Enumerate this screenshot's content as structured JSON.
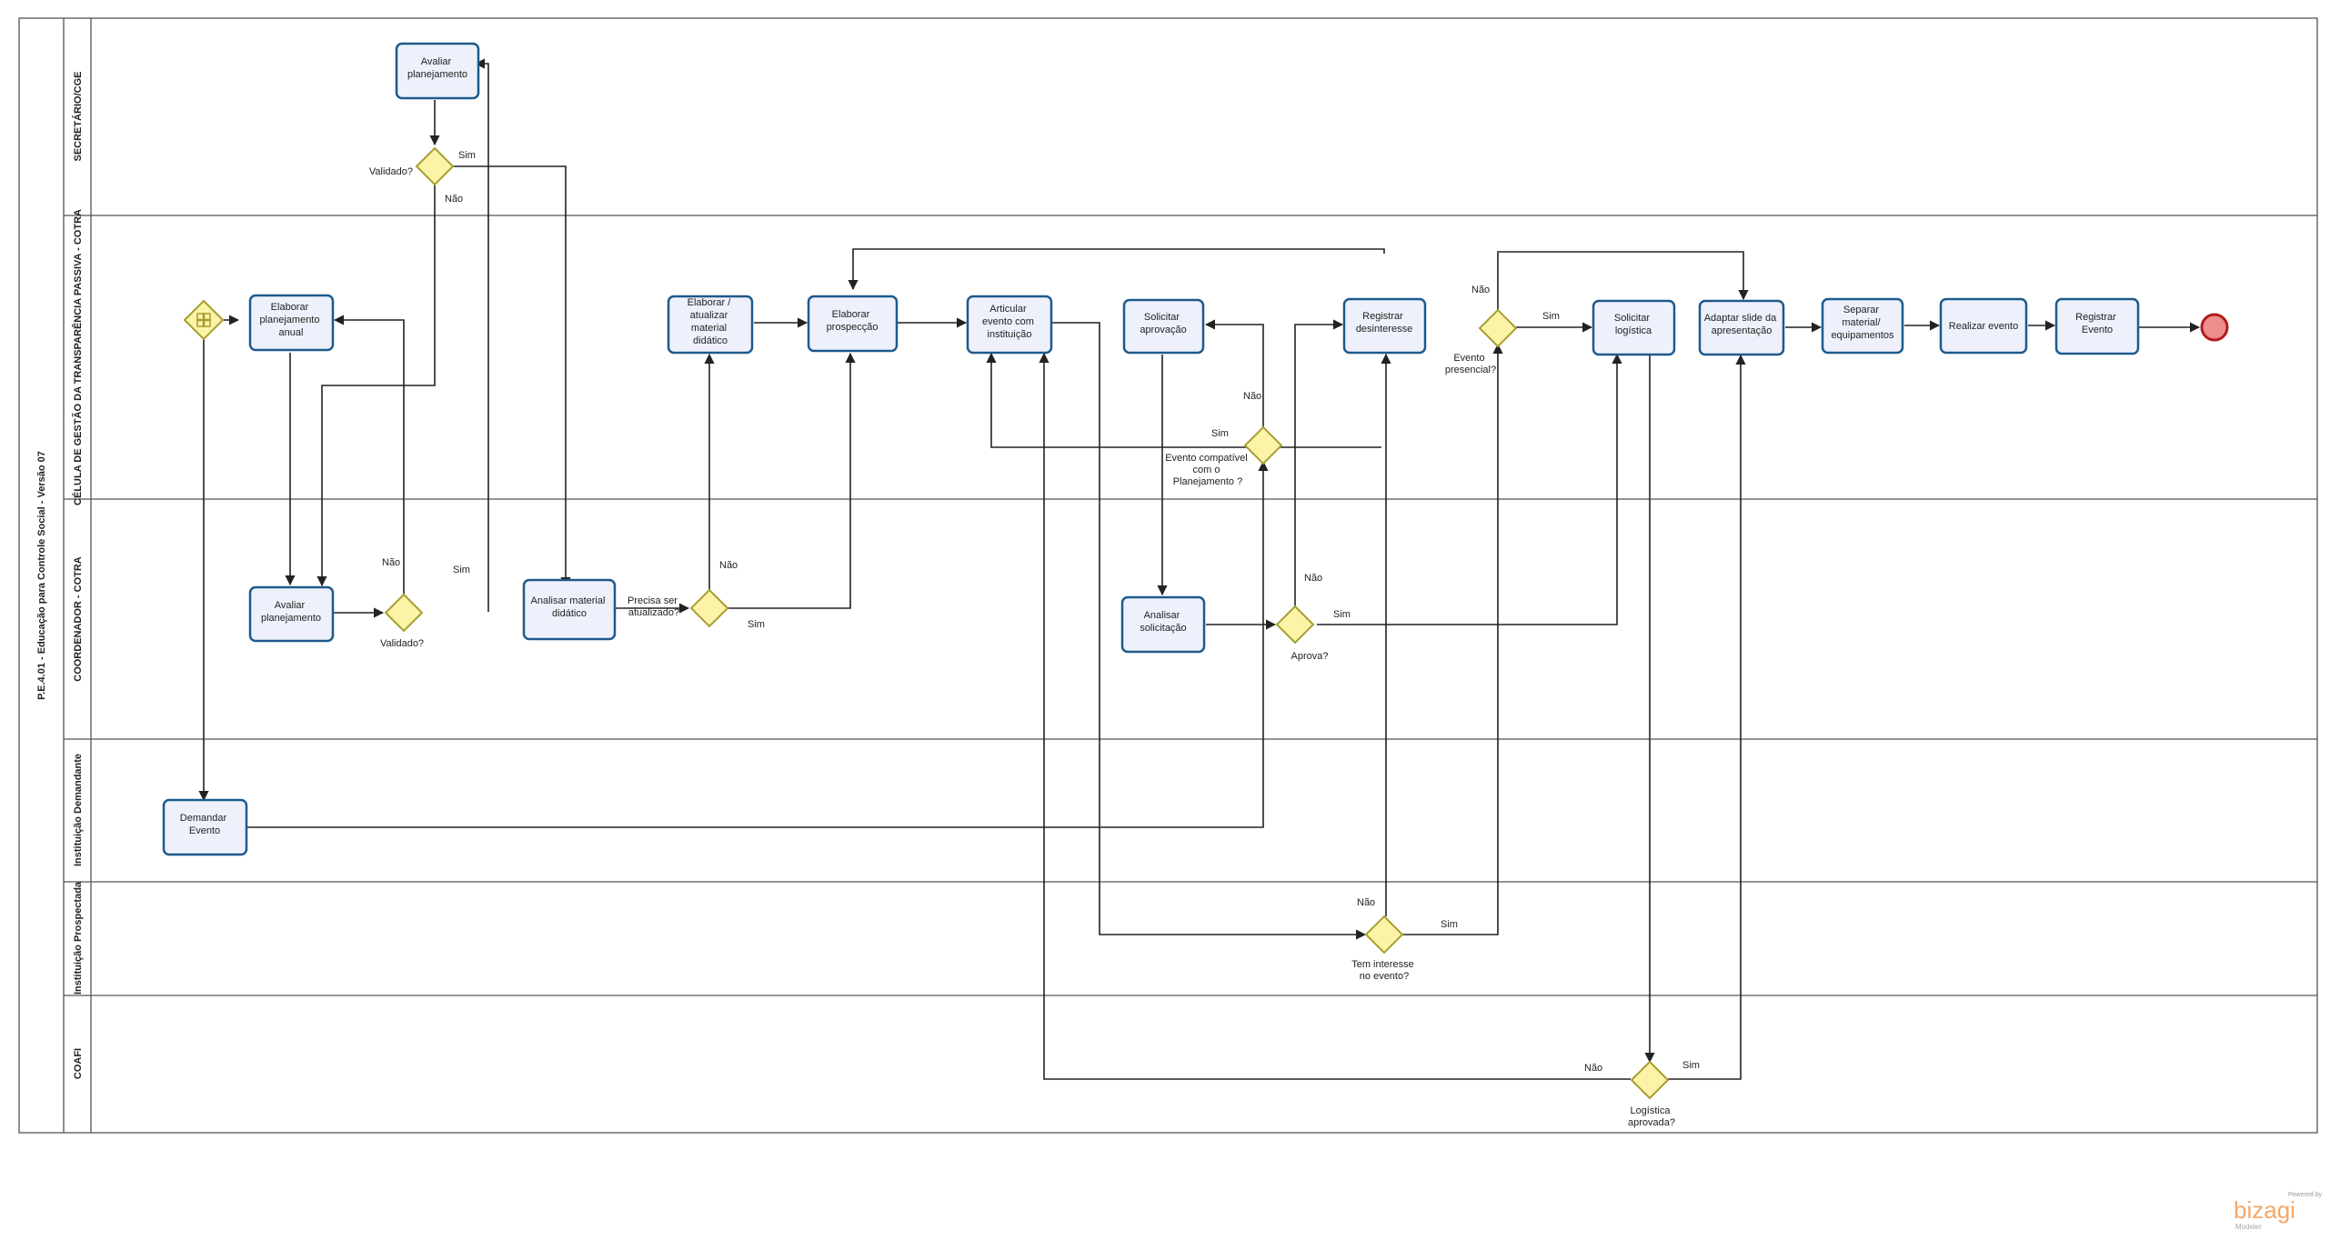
{
  "pool": {
    "title": "P.E.4.01 - Educação para Controle Social - Versão 07"
  },
  "lanes": {
    "l1": "SECRETÁRIO/CGE",
    "l2": "CÉLULA DE GESTÃO DA TRANSPARÊNCIA PASSIVA - COTRA",
    "l3": "COORDENADOR - COTRA",
    "l4": "Instituição Demandante",
    "l5": "Instituição Prospectada",
    "l6": "COAFI"
  },
  "tasks": {
    "avaliar_planejamento_sec": [
      "Avaliar",
      "planejamento"
    ],
    "elaborar_planejamento": [
      "Elaborar",
      "planejamento",
      "anual"
    ],
    "avaliar_planejamento_coord": [
      "Avaliar",
      "planejamento"
    ],
    "analisar_material": [
      "Analisar material",
      "didático"
    ],
    "elaborar_atualizar_material": [
      "Elaborar /",
      "atualizar",
      "material",
      "didático"
    ],
    "elaborar_prospeccao": [
      "Elaborar",
      "prospecção"
    ],
    "articular_evento": [
      "Articular",
      "evento com",
      "instituição"
    ],
    "solicitar_aprovacao": [
      "Solicitar",
      "aprovação"
    ],
    "analisar_solicitacao": [
      "Analisar",
      "solicitação"
    ],
    "registrar_desinteresse": [
      "Registrar",
      "desinteresse"
    ],
    "solicitar_logistica": [
      "Solicitar",
      "logística"
    ],
    "adaptar_slide": [
      "Adaptar slide da",
      "apresentação"
    ],
    "separar_material": [
      "Separar",
      "material/",
      "equipamentos"
    ],
    "realizar_evento": [
      "Realizar evento"
    ],
    "registrar_evento": [
      "Registrar",
      "Evento"
    ],
    "demandar_evento": [
      "Demandar",
      "Evento"
    ]
  },
  "gateways": {
    "validado_sec": [
      "Validado?"
    ],
    "validado_coord": [
      "Validado?"
    ],
    "precisa_atualizar": [
      "Precisa ser",
      "atualizado?"
    ],
    "compativel": [
      "Evento compatível",
      "com  o",
      "Planejamento ?"
    ],
    "aprova": [
      "Aprova?"
    ],
    "presencial": [
      "Evento",
      "presencial?"
    ],
    "interesse": [
      "Tem interesse",
      "no evento?"
    ],
    "logistica": [
      "Logística",
      "aprovada?"
    ]
  },
  "flow_labels": {
    "sim": "Sim",
    "nao": "Não"
  },
  "brand": {
    "powered_by": "Powered by",
    "name": "bizagi",
    "product": "Modeler"
  },
  "colors": {
    "task_fill": "#eef1fb",
    "task_stroke": "#1d5a8c",
    "gateway_fill": "#fbf3a6",
    "gateway_stroke": "#a6a030",
    "end_event_fill": "#ec8e8e",
    "end_event_stroke": "#b21b1b",
    "brand_color": "#f2a76a"
  }
}
